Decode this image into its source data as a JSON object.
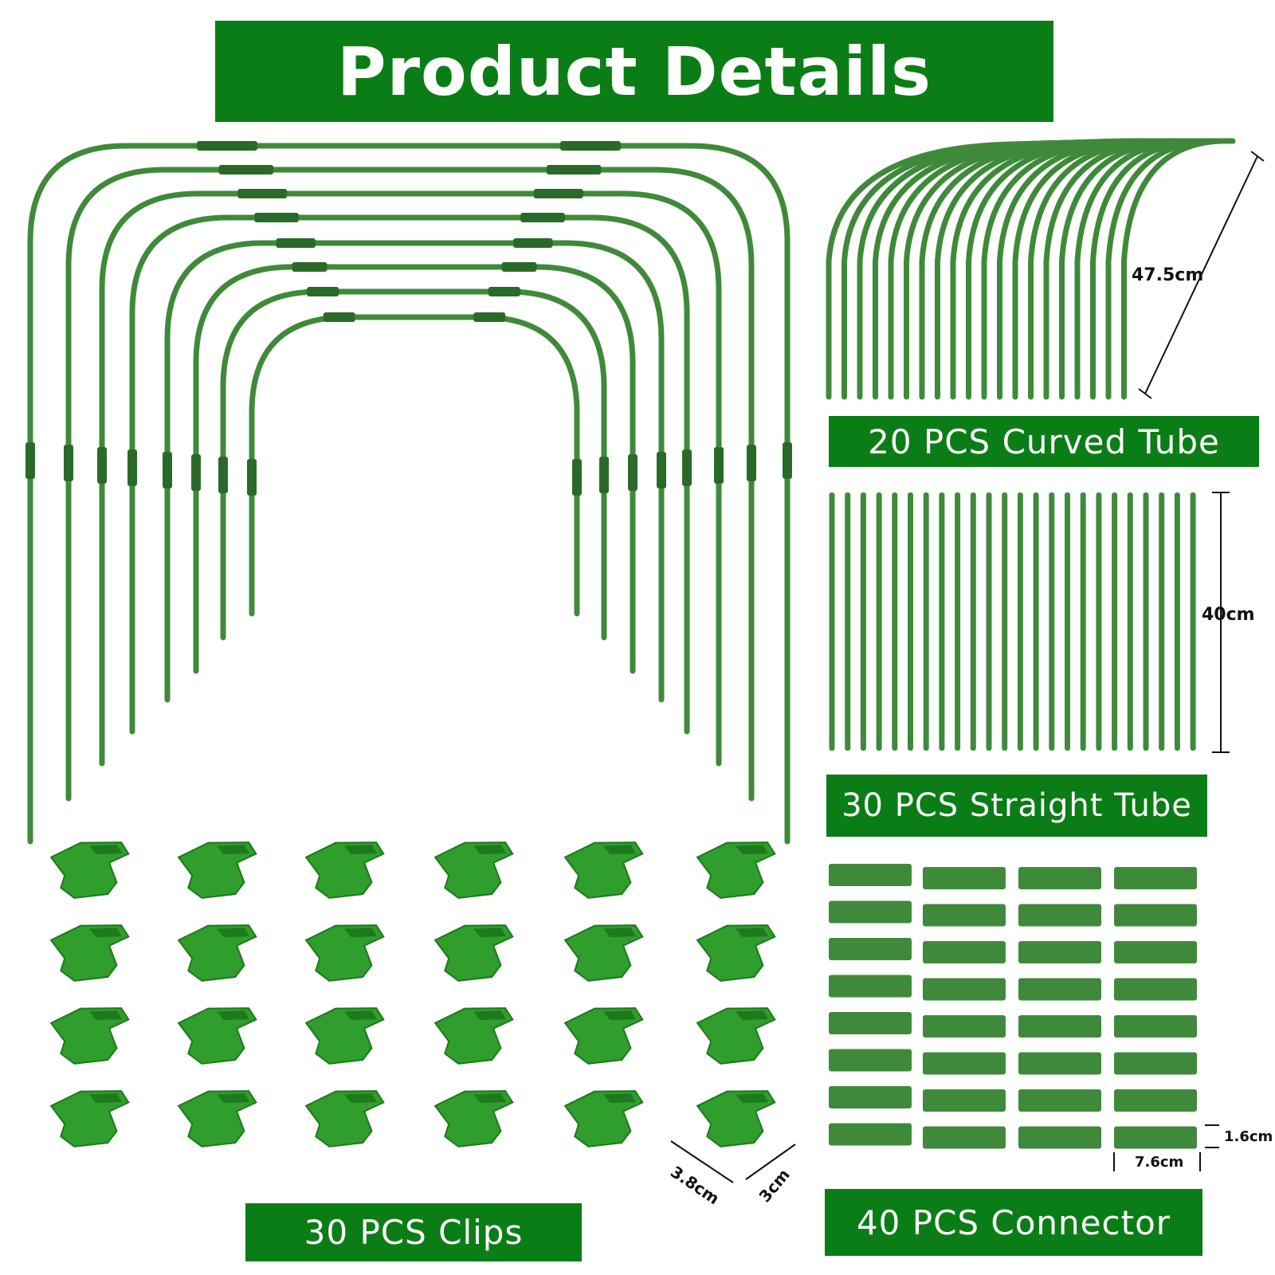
{
  "title": "Product Details",
  "colors": {
    "banner": "#0b7d16",
    "tube": "#3f8a3a",
    "tube_dark": "#2a6a28",
    "clip": "#2f9e2c",
    "clip_dark": "#1d7a1c",
    "text": "#ffffff",
    "dimension": "#111111"
  },
  "sections": {
    "curved": {
      "label": "20 PCS Curved Tube",
      "dimension": "47.5cm"
    },
    "straight": {
      "label": "30 PCS Straight Tube",
      "dimension": "40cm"
    },
    "clips": {
      "label": "30 PCS Clips",
      "dimension_a": "3.8cm",
      "dimension_b": "3cm"
    },
    "connector": {
      "label": "40 PCS Connector",
      "dimension_length": "7.6cm",
      "dimension_diameter": "1.6cm"
    }
  }
}
